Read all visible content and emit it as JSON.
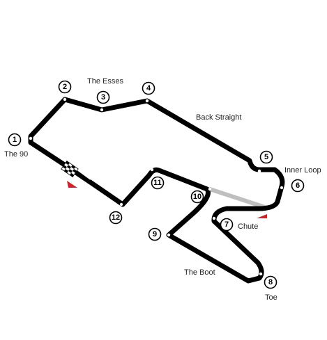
{
  "map": {
    "track_color": "#000000",
    "alt_section_color": "#bfbfbf",
    "marker_color": "#d52026",
    "turns": [
      {
        "number": "1"
      },
      {
        "number": "2"
      },
      {
        "number": "3"
      },
      {
        "number": "4"
      },
      {
        "number": "5"
      },
      {
        "number": "6"
      },
      {
        "number": "7"
      },
      {
        "number": "8"
      },
      {
        "number": "9"
      },
      {
        "number": "10"
      },
      {
        "number": "11"
      },
      {
        "number": "12"
      }
    ],
    "labels": {
      "the_90": "The 90",
      "the_esses": "The Esses",
      "back_straight": "Back Straight",
      "inner_loop": "Inner Loop",
      "chute": "Chute",
      "the_boot": "The Boot",
      "toe": "Toe"
    }
  }
}
